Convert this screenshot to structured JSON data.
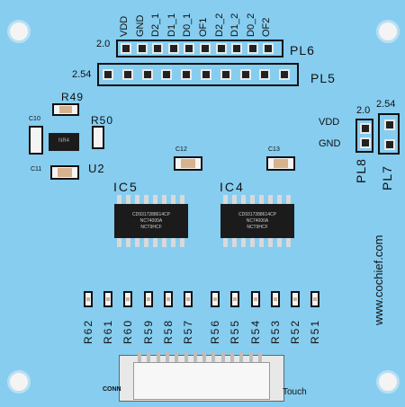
{
  "board": {
    "pl6": {
      "pitch": "2.0",
      "name": "PL6",
      "pins": [
        "VDD",
        "GND",
        "D2_1",
        "D1_1",
        "D0_1",
        "OF1",
        "D2_2",
        "D1_2",
        "D0_2",
        "OF2"
      ]
    },
    "pl5": {
      "pitch": "2.54",
      "name": "PL5"
    },
    "pl8": {
      "pitch": "2.0",
      "name": "PL8"
    },
    "pl7": {
      "pitch": "2.54",
      "name": "PL7"
    },
    "pwr": {
      "vdd": "VDD",
      "gnd": "GND"
    },
    "r49": "R49",
    "r50": "R50",
    "c10": "C10",
    "c11": "C11",
    "c12": "C12",
    "c13": "C13",
    "u2": "U2",
    "u2_mark": "NR4",
    "ic5": "IC5",
    "ic4": "IC4",
    "chip_text": [
      "CD9317288614CP",
      "NC74000A",
      "NCT9HCF"
    ],
    "resistors": [
      "R62",
      "R61",
      "R60",
      "R59",
      "R58",
      "R57",
      "R56",
      "R55",
      "R54",
      "R53",
      "R52",
      "R51"
    ],
    "website": "www.cochief.com",
    "conn_left": "CONN",
    "conn_right": "Touch"
  }
}
